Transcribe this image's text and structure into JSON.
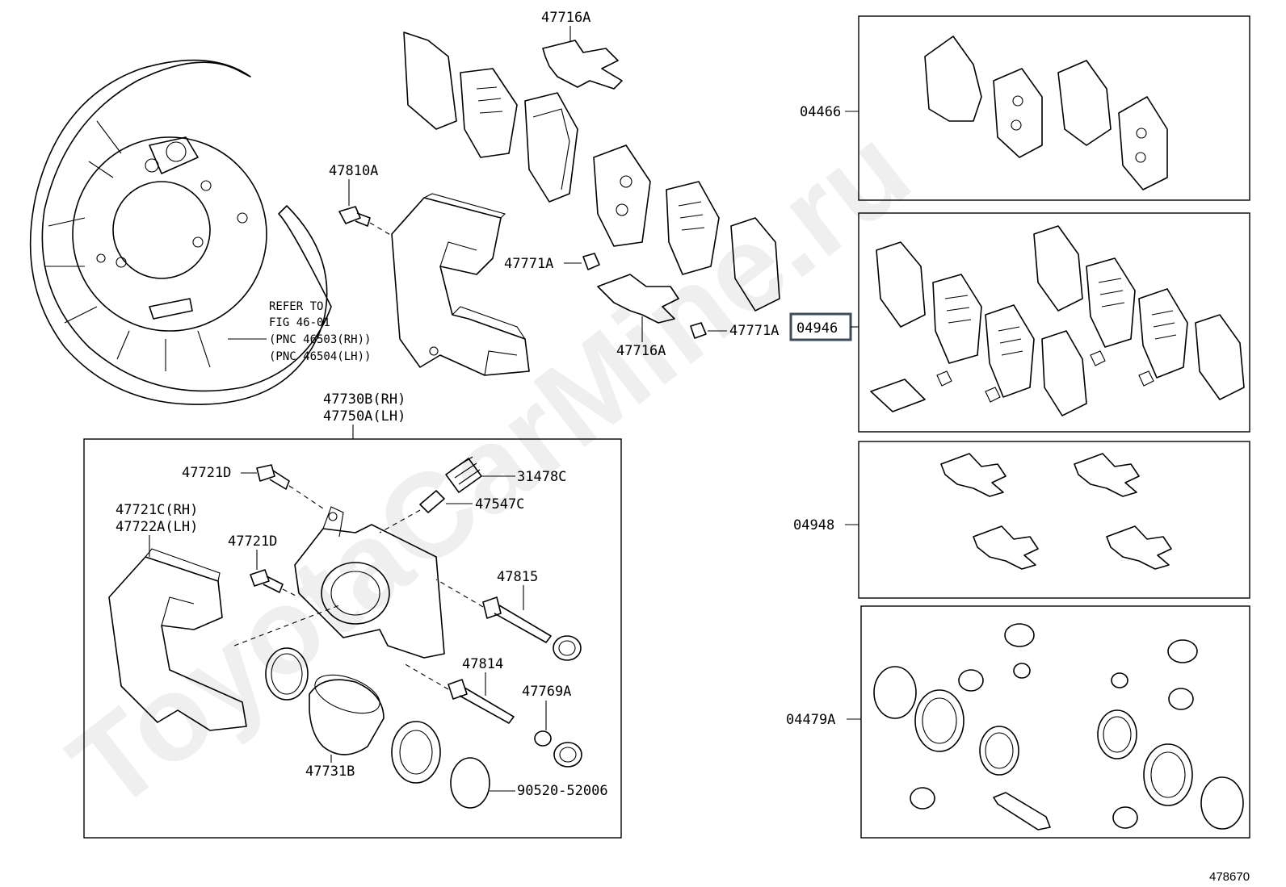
{
  "watermark": "ToyotaCarMine.ru",
  "ref_number": "478670",
  "note_lines": [
    "REFER TO",
    "FIG 46-01",
    "(PNC 46503(RH))",
    "(PNC 46504(LH))"
  ],
  "labels": {
    "p47716A_top": "47716A",
    "p47810A": "47810A",
    "p47771A_left": "47771A",
    "p47771A_right": "47771A",
    "p47716A_bottom": "47716A",
    "p47730B": "47730B(RH)",
    "p47750A": "47750A(LH)",
    "p47721D_top": "47721D",
    "p31478C": "31478C",
    "p47547C": "47547C",
    "p47721C": "47721C(RH)",
    "p47722A": "47722A(LH)",
    "p47721D_mid": "47721D",
    "p47815": "47815",
    "p47814": "47814",
    "p47769A": "47769A",
    "p47731B": "47731B",
    "p90520": "90520-52006",
    "k04466": "04466",
    "k04946": "04946",
    "k04948": "04948",
    "k04479A": "04479A"
  },
  "colors": {
    "line": "#000000",
    "highlight": "#3b4d5c",
    "background": "#ffffff"
  }
}
